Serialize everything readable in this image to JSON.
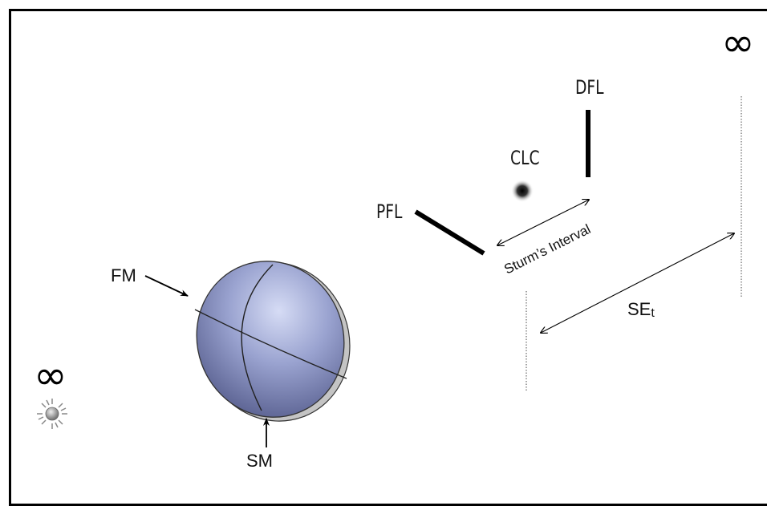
{
  "labels": {
    "infinity_left": "∞",
    "infinity_right": "∞",
    "fm": "FM",
    "sm": "SM",
    "pfl": "PFL",
    "clc": "CLC",
    "dfl": "DFL",
    "sturms_interval": "Sturm’s Interval",
    "set": "SE",
    "set_sub": "t"
  },
  "colors": {
    "lens_light": "#cdd6f2",
    "lens_dark": "#5c6496",
    "lens_rim": "#b9b9b9",
    "line": "#000000"
  },
  "icons": {
    "light_source": "sun-icon"
  }
}
